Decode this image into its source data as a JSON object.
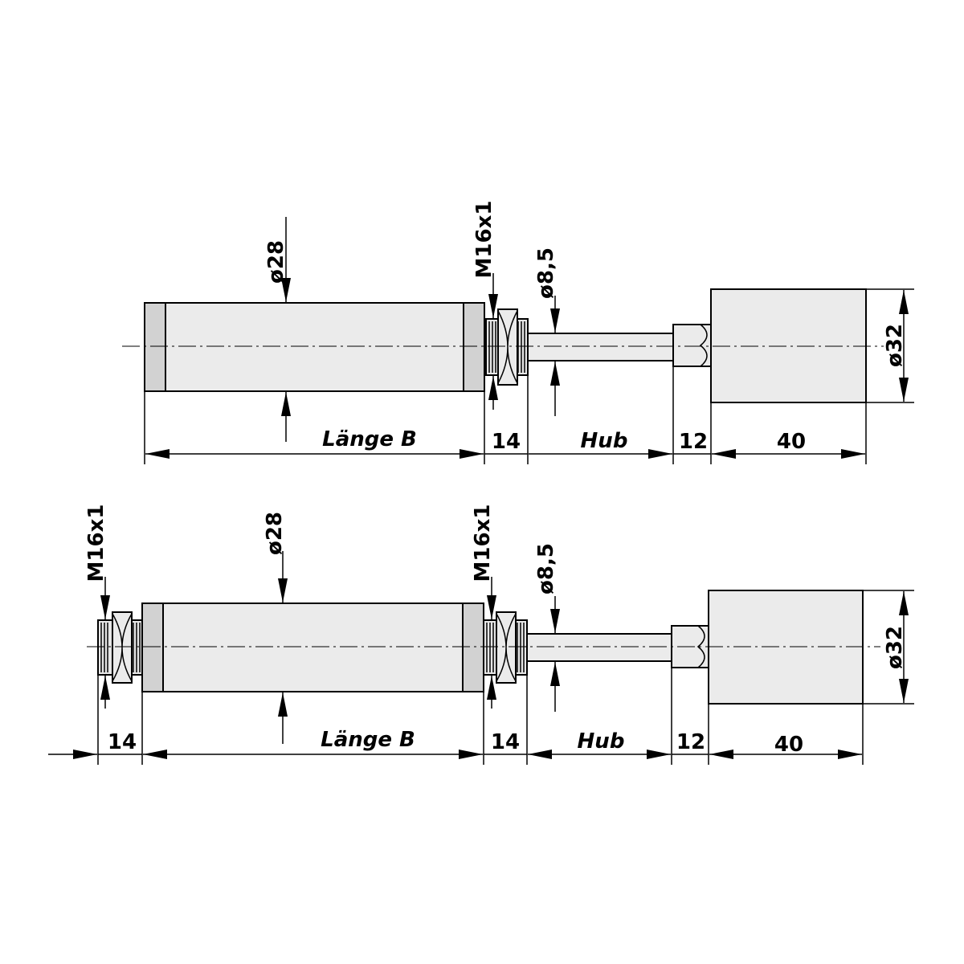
{
  "colors": {
    "line": "#000000",
    "body_fill": "#ebebeb",
    "end_cap_fill": "#d2d2d2",
    "background": "#ffffff"
  },
  "drawing_1": {
    "thread_label": "M16x1",
    "body_diameter_label": "ø28",
    "rod_diameter_label": "ø8,5",
    "cap_diameter_label": "ø32",
    "body_length_label": "Länge B",
    "thread_length_label": "14",
    "stroke_label": "Hub",
    "nut_length_label": "12",
    "cap_length_label": "40"
  },
  "drawing_2": {
    "left_thread_label": "M16x1",
    "right_thread_label": "M16x1",
    "body_diameter_label": "ø28",
    "rod_diameter_label": "ø8,5",
    "cap_diameter_label": "ø32",
    "left_thread_length_label": "14",
    "body_length_label": "Länge B",
    "right_thread_length_label": "14",
    "stroke_label": "Hub",
    "nut_length_label": "12",
    "cap_length_label": "40"
  }
}
